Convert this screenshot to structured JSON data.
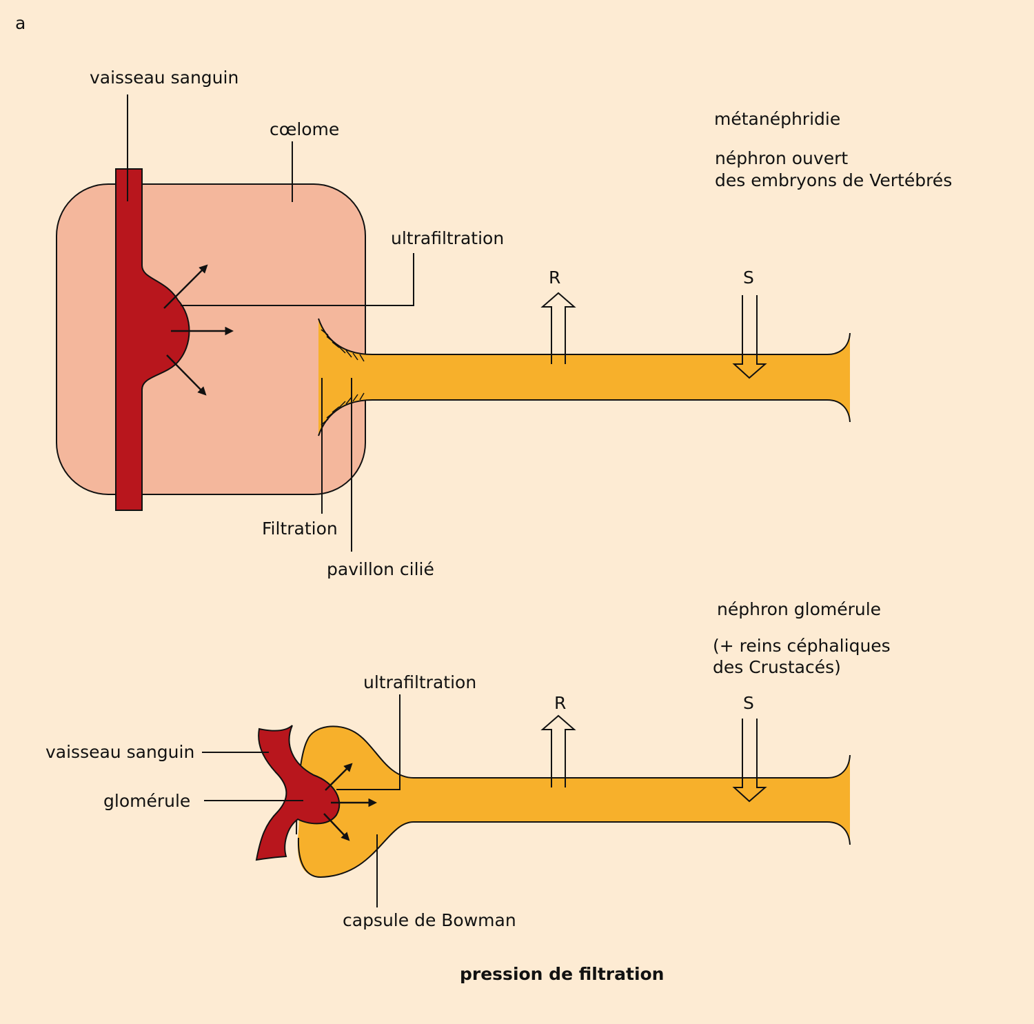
{
  "panel_letter": "a",
  "top": {
    "vessel": "vaisseau sanguin",
    "coelome": "cœlome",
    "ultrafiltration": "ultrafiltration",
    "filtration": "Filtration",
    "pavillon": "pavillon cilié",
    "metanephridie": "métanéphridie",
    "nephron_line1": "néphron ouvert",
    "nephron_line2": "des embryons de Vertébrés",
    "r": "R",
    "s": "S"
  },
  "bottom": {
    "ultrafiltration": "ultrafiltration",
    "vessel": "vaisseau sanguin",
    "glomerule": "glomérule",
    "capsule": "capsule de Bowman",
    "nephron_title": "néphron glomérule",
    "note_line1": "(+ reins céphaliques",
    "note_line2": "des Crustacés)",
    "r": "R",
    "s": "S"
  },
  "caption": "pression de filtration",
  "colors": {
    "background": "#fdebd3",
    "coelome": "#f4b79c",
    "blood": "#b8161d",
    "tubule": "#f7b02b"
  }
}
